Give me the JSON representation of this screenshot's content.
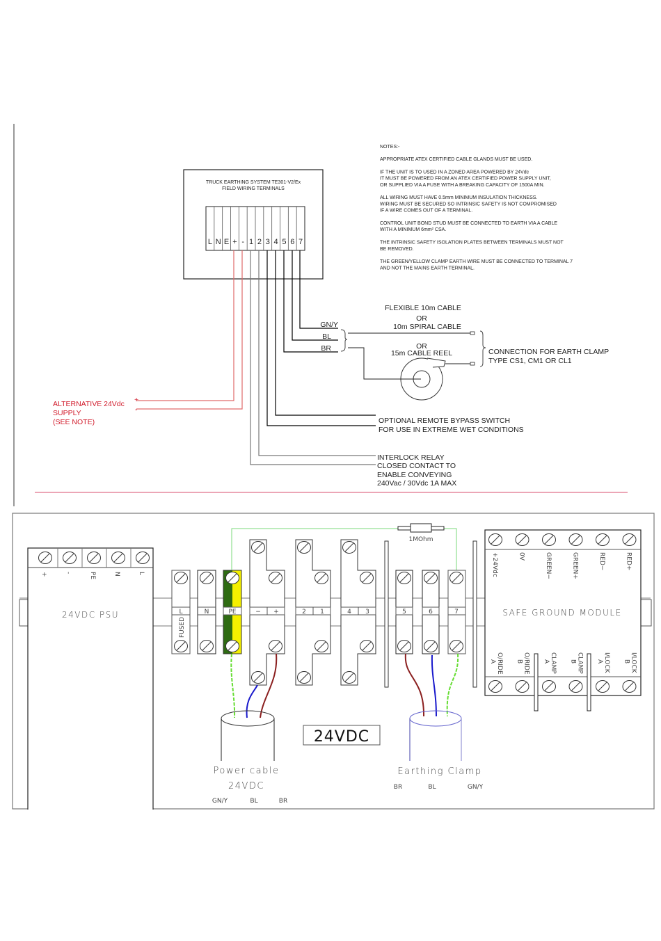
{
  "field_wiring": {
    "title_line1": "TRUCK EARTHING SYSTEM TE301-V2/Ex",
    "title_line2": "FIELD WIRING TERMINALS",
    "terminals": [
      "L",
      "N",
      "E",
      "+",
      "-",
      "1",
      "2",
      "3",
      "4",
      "5",
      "6",
      "7"
    ]
  },
  "notes": {
    "heading": "NOTES:-",
    "lines": [
      "APPROPRIATE ATEX CERTIFIED CABLE GLANDS MUST BE USED.",
      "",
      "IF THE UNIT IS TO USED IN A ZONED AREA POWERED BY 24Vdc",
      "IT MUST BE POWERED FROM AN ATEX CERTIFIED POWER SUPPLY UNIT,",
      "OR SUPPLIED VIA A FUSE WITH A BREAKING CAPACITY OF 1500A MIN.",
      "",
      "ALL WIRING MUST HAVE 0.5mm MINIMUM INSULATION THICKNESS.",
      "WIRING MUST BE SECURED SO INTRINSIC SAFETY IS NOT COMPROMISED",
      "IF A WIRE COMES OUT OF A TERMINAL.",
      "",
      "CONTROL UNIT BOND STUD MUST BE CONNECTED TO EARTH VIA A CABLE",
      "WITH A MINIMUM 6mm² CSA.",
      "",
      "THE INTRINSIC SAFETY ISOLATION PLATES BETWEEN TERMINALS MUST NOT",
      "BE REMOVED.",
      "",
      "THE GREEN/YELLOW CLAMP EARTH WIRE MUST BE CONNECTED TO TERMINAL 7",
      "AND NOT THE MAINS EARTH TERMINAL."
    ]
  },
  "cable": {
    "wires": [
      "GN/Y",
      "BL",
      "BR"
    ],
    "option1_line1": "FLEXIBLE 10m CABLE",
    "option1_or": "OR",
    "option1_line2": "10m SPIRAL CABLE",
    "option2_or": "OR",
    "option2_line": "15m CABLE REEL",
    "clamp_line1": "CONNECTION FOR EARTH CLAMP",
    "clamp_line2": "TYPE CS1, CM1 OR CL1"
  },
  "alt_supply": {
    "line1": "ALTERNATIVE 24Vdc",
    "line2": "SUPPLY",
    "line3": "(SEE NOTE)",
    "plus": "+",
    "minus": "-"
  },
  "bypass": {
    "line1": "OPTIONAL REMOTE BYPASS SWITCH",
    "line2": "FOR USE IN EXTREME WET CONDITIONS"
  },
  "interlock": {
    "line1": "INTERLOCK RELAY",
    "line2": "CLOSED CONTACT TO",
    "line3": "ENABLE CONVEYING",
    "line4": "240Vac / 30Vdc 1A MAX"
  },
  "psu": {
    "label": "24VDC PSU",
    "terminals": [
      "+",
      "-",
      "PE",
      "N",
      "L"
    ]
  },
  "rail_terminals": {
    "L": "L",
    "fused": "FUSED",
    "N": "N",
    "PE": "PE",
    "minus": "−",
    "plus": "+",
    "t2": "2",
    "t1": "1",
    "t4": "4",
    "t3": "3",
    "t5": "5",
    "t6": "6",
    "t7": "7"
  },
  "resistor": {
    "label": "1MOhm"
  },
  "module": {
    "label": "SAFE GROUND MODULE",
    "top_terminals": [
      "+24Vdc",
      "0V",
      "GREEN−",
      "GREEN+",
      "RED−",
      "RED+"
    ],
    "bottom_terminals": [
      [
        "O/RIDE",
        "A"
      ],
      [
        "O/RIDE",
        "B"
      ],
      [
        "CLAMP",
        "A"
      ],
      [
        "CLAMP",
        "B"
      ],
      [
        "I/LOCK",
        "A"
      ],
      [
        "I/LOCK",
        "B"
      ]
    ]
  },
  "voltage_badge": "24VDC",
  "power_cable": {
    "line1": "Power cable",
    "line2": "24VDC",
    "wires": [
      "GN/Y",
      "BL",
      "BR"
    ]
  },
  "earthing_clamp": {
    "line1": "Earthing Clamp",
    "wires": [
      "BR",
      "BL",
      "GN/Y"
    ]
  },
  "colors": {
    "alt_supply_red": "#d11a2a",
    "divider_pink": "#e0708a",
    "earth_green": "#2e6b12",
    "earth_yellow": "#f4f000",
    "wire_blue": "#1a1acc",
    "wire_brown": "#8b2020",
    "wire_green": "#66dd33"
  }
}
